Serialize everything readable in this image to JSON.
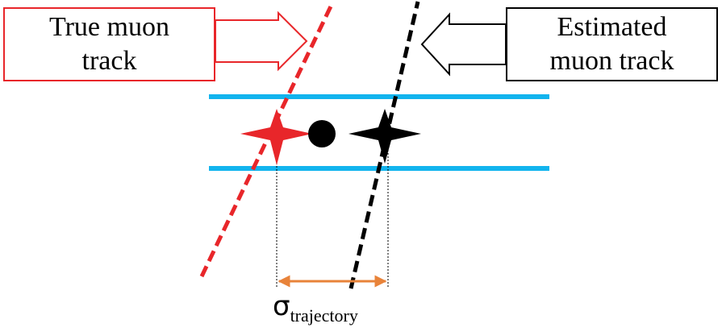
{
  "labels": {
    "true_track": [
      "True muon",
      "track"
    ],
    "estimated_track": [
      "Estimated",
      "muon track"
    ],
    "sigma_symbol": "σ",
    "sigma_subscript": "trajectory"
  },
  "colors": {
    "true_track": "#e8262a",
    "estimated_track": "#000000",
    "detector_layer": "#12b4ee",
    "resolution_arrow": "#e8833a",
    "hit_dot": "#000000"
  }
}
